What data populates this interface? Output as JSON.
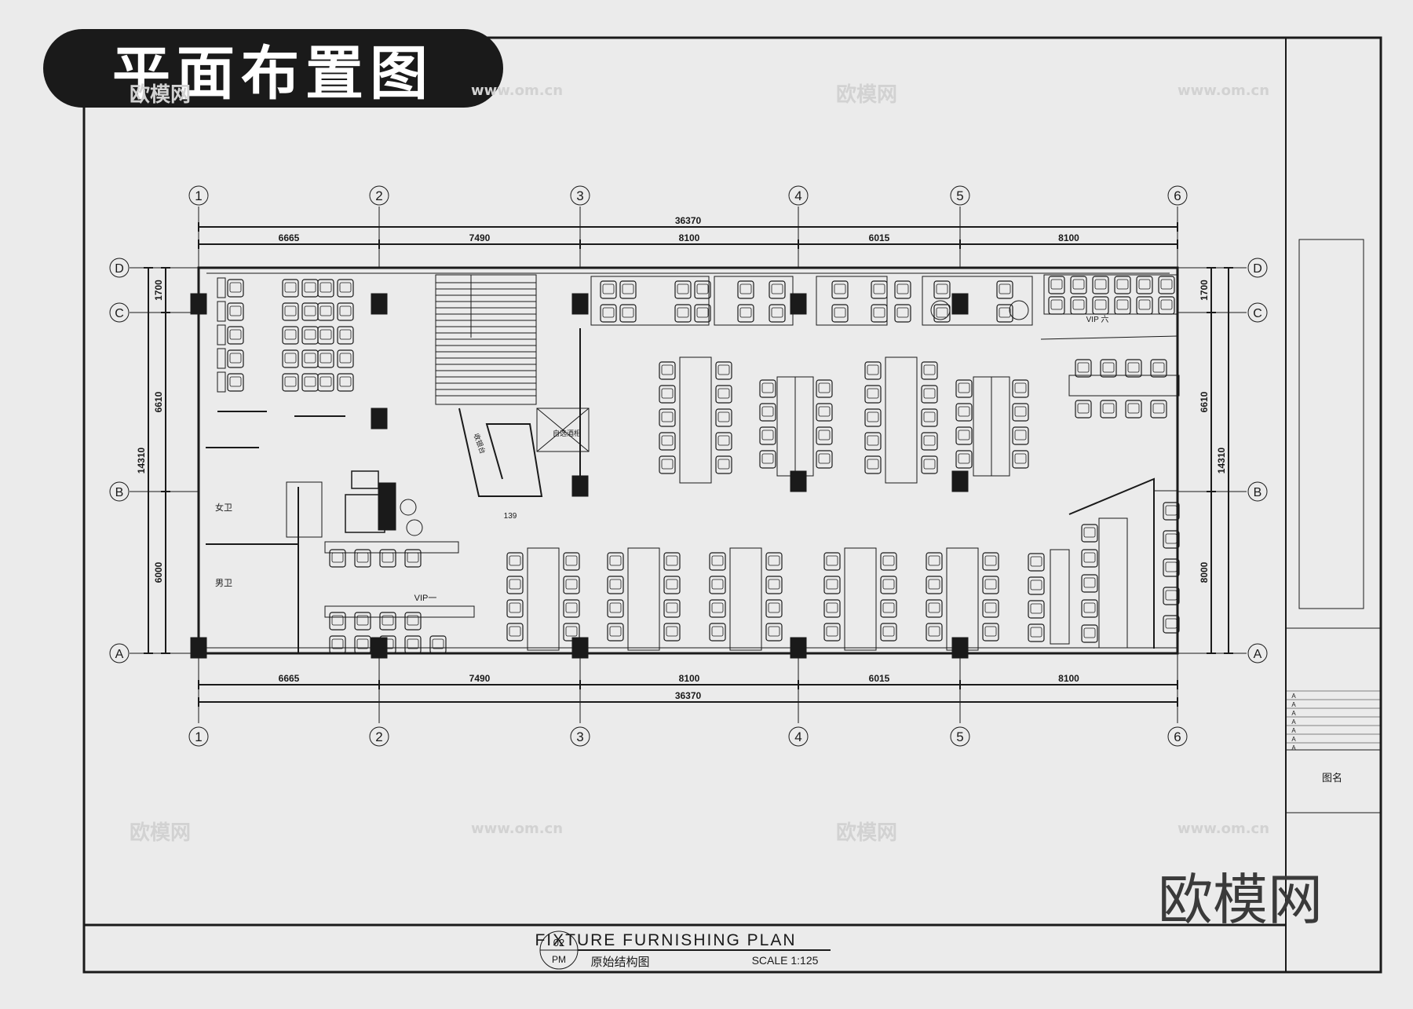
{
  "title": "平面布置图",
  "grid": {
    "columns": [
      "1",
      "2",
      "3",
      "4",
      "5",
      "6"
    ],
    "rows": [
      "D",
      "C",
      "B",
      "A"
    ]
  },
  "dimensions": {
    "overall": "36370",
    "bays": [
      "6665",
      "7490",
      "8100",
      "6015",
      "8100"
    ],
    "height_total": "14310",
    "height_left": [
      "1700",
      "6610",
      "6000"
    ],
    "height_right": [
      "1700",
      "6610",
      "8000"
    ]
  },
  "room_labels": {
    "female_wc": "女卫",
    "male_wc": "男卫",
    "vip_1": "VIP一",
    "vip_6": "VIP 六",
    "area": "139",
    "reception": "收银台",
    "self_pickup": "自选酒柜"
  },
  "title_block": {
    "label": "图名",
    "revisions": [
      "A",
      "A",
      "A",
      "A",
      "A",
      "A",
      "A"
    ]
  },
  "drawing_title": {
    "number": "02",
    "code": "PM",
    "name_en": "FIXTURE FURNISHING PLAN",
    "name_cn": "原始结构图",
    "scale": "SCALE 1:125"
  },
  "watermarks": {
    "brand": "欧模网",
    "site": "www.om.cn"
  },
  "colors": {
    "paper": "#ebebeb",
    "ink": "#1a1a1a",
    "watermark": "#d2d2d2"
  }
}
